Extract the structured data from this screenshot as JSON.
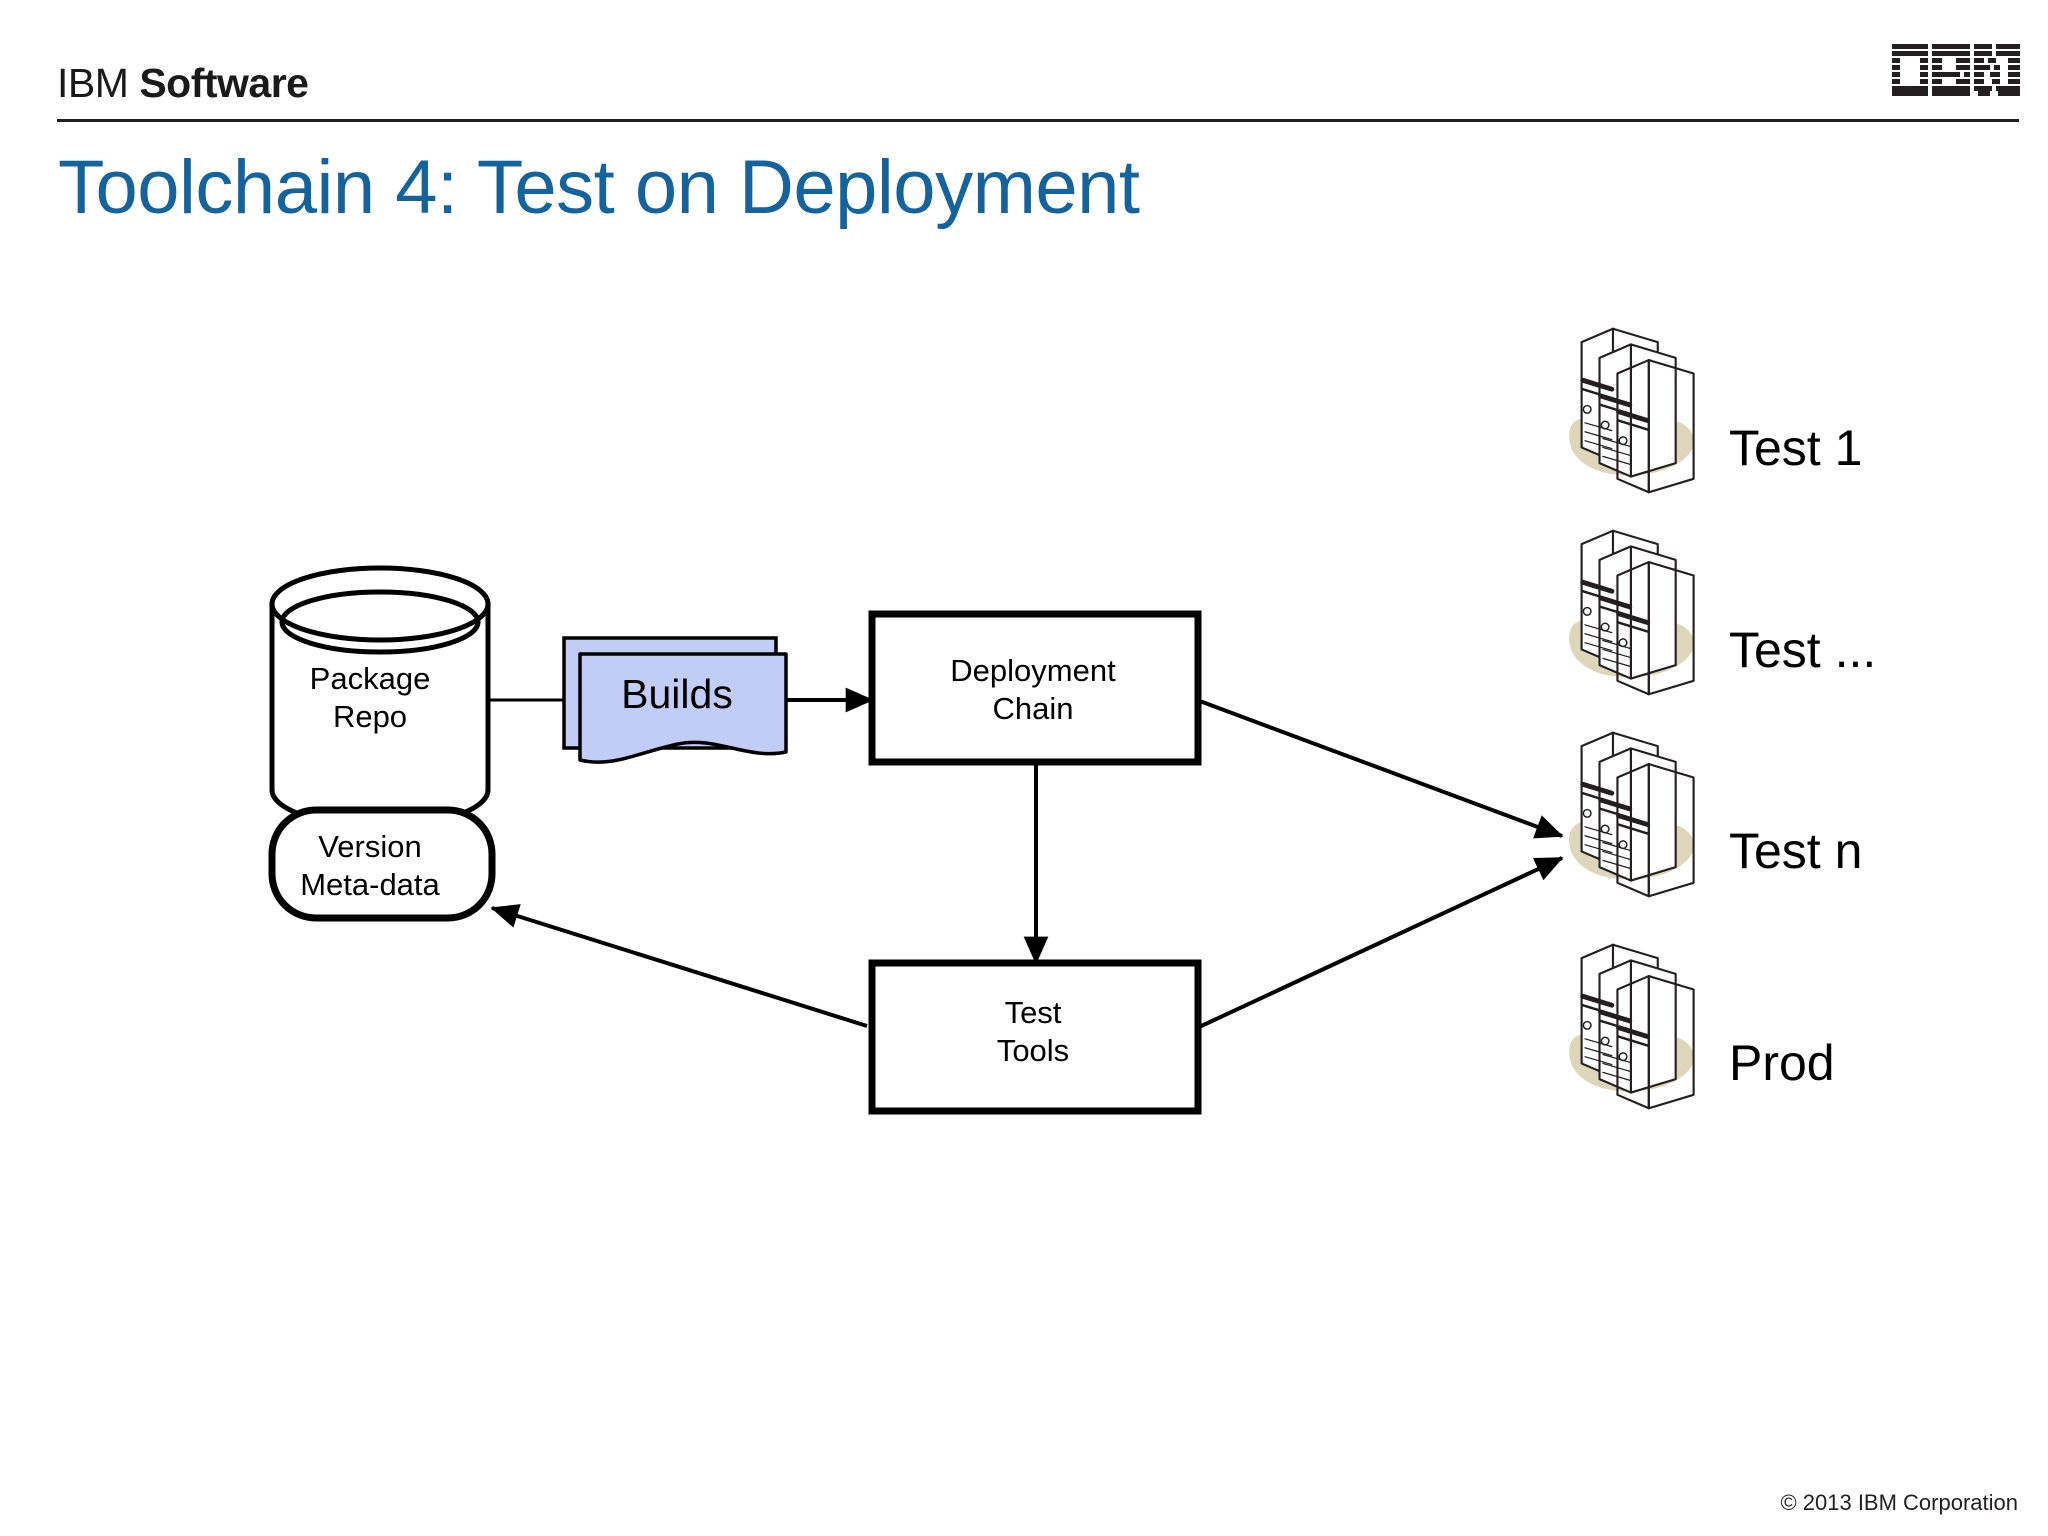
{
  "header": {
    "brand_primary": "IBM",
    "brand_secondary": "Software",
    "logo_icon": "ibm-logo-icon"
  },
  "title": "Toolchain 4: Test on Deployment",
  "theme": {
    "title_blue": "#14639d",
    "builds_fill": "#c2cdf7",
    "builds_stroke": "#000000",
    "node_stroke": "#000000",
    "server_shadow": "#ddd6bb",
    "text": "#000000",
    "rule": "#231f20"
  },
  "diagram": {
    "nodes": [
      {
        "id": "package-repo",
        "label": "Package\nRepo",
        "shape": "cylinder"
      },
      {
        "id": "version-metadata",
        "label": "Version\nMeta-data",
        "shape": "rounded-rect"
      },
      {
        "id": "builds",
        "label": "Builds",
        "shape": "multi-document"
      },
      {
        "id": "deployment-chain",
        "label": "Deployment\nChain",
        "shape": "rectangle"
      },
      {
        "id": "test-tools",
        "label": "Test\nTools",
        "shape": "rectangle"
      }
    ],
    "environments": [
      {
        "id": "test-1",
        "label": "Test 1",
        "icon": "server-stack-icon"
      },
      {
        "id": "test-any",
        "label": "Test ...",
        "icon": "server-stack-icon"
      },
      {
        "id": "test-n",
        "label": "Test n",
        "icon": "server-stack-icon"
      },
      {
        "id": "prod",
        "label": "Prod",
        "icon": "server-stack-icon"
      }
    ],
    "connectors": [
      {
        "from": "package-repo",
        "to": "builds",
        "arrow": false
      },
      {
        "from": "builds",
        "to": "deployment-chain",
        "arrow": true
      },
      {
        "from": "deployment-chain",
        "to": "test-tools",
        "arrow": true
      },
      {
        "from": "deployment-chain",
        "to": "test-n",
        "arrow": true
      },
      {
        "from": "test-tools",
        "to": "test-n",
        "arrow": true
      },
      {
        "from": "test-tools",
        "to": "version-metadata",
        "arrow": true
      }
    ]
  },
  "footer": {
    "copyright": "© 2013 IBM Corporation"
  }
}
